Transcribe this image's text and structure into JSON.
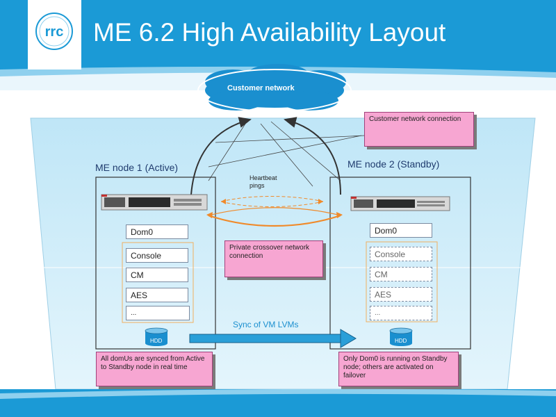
{
  "slide": {
    "title": "ME 6.2 High Availability Layout",
    "logo_text": "rrc"
  },
  "diagram": {
    "cloud_label": "Customer network",
    "heartbeat_label": "Heartbeat pings",
    "sync_label": "Sync of VM LVMs",
    "node1": {
      "title": "ME node 1 (Active)",
      "dom0": "Dom0",
      "vms": [
        "Console",
        "CM",
        "AES",
        "..."
      ],
      "hdd": "HDD"
    },
    "node2": {
      "title": "ME node 2 (Standby)",
      "dom0": "Dom0",
      "vms": [
        "Console",
        "CM",
        "AES",
        "..."
      ],
      "hdd": "HDD"
    },
    "notes": {
      "customer_connection": "Customer network connection",
      "private_crossover": "Private crossover network connection",
      "domus_synced": "All domUs are synced from Active to Standby node in real time",
      "dom0_running": "Only Dom0 is running on Standby node; others are activated on failover"
    },
    "colors": {
      "header": "#1b9ad6",
      "cloud": "#1a8fcf",
      "note": "#f7a6d2",
      "sync_arrow": "#2a9fd8",
      "crossover_arrow": "#f08a2a"
    }
  }
}
